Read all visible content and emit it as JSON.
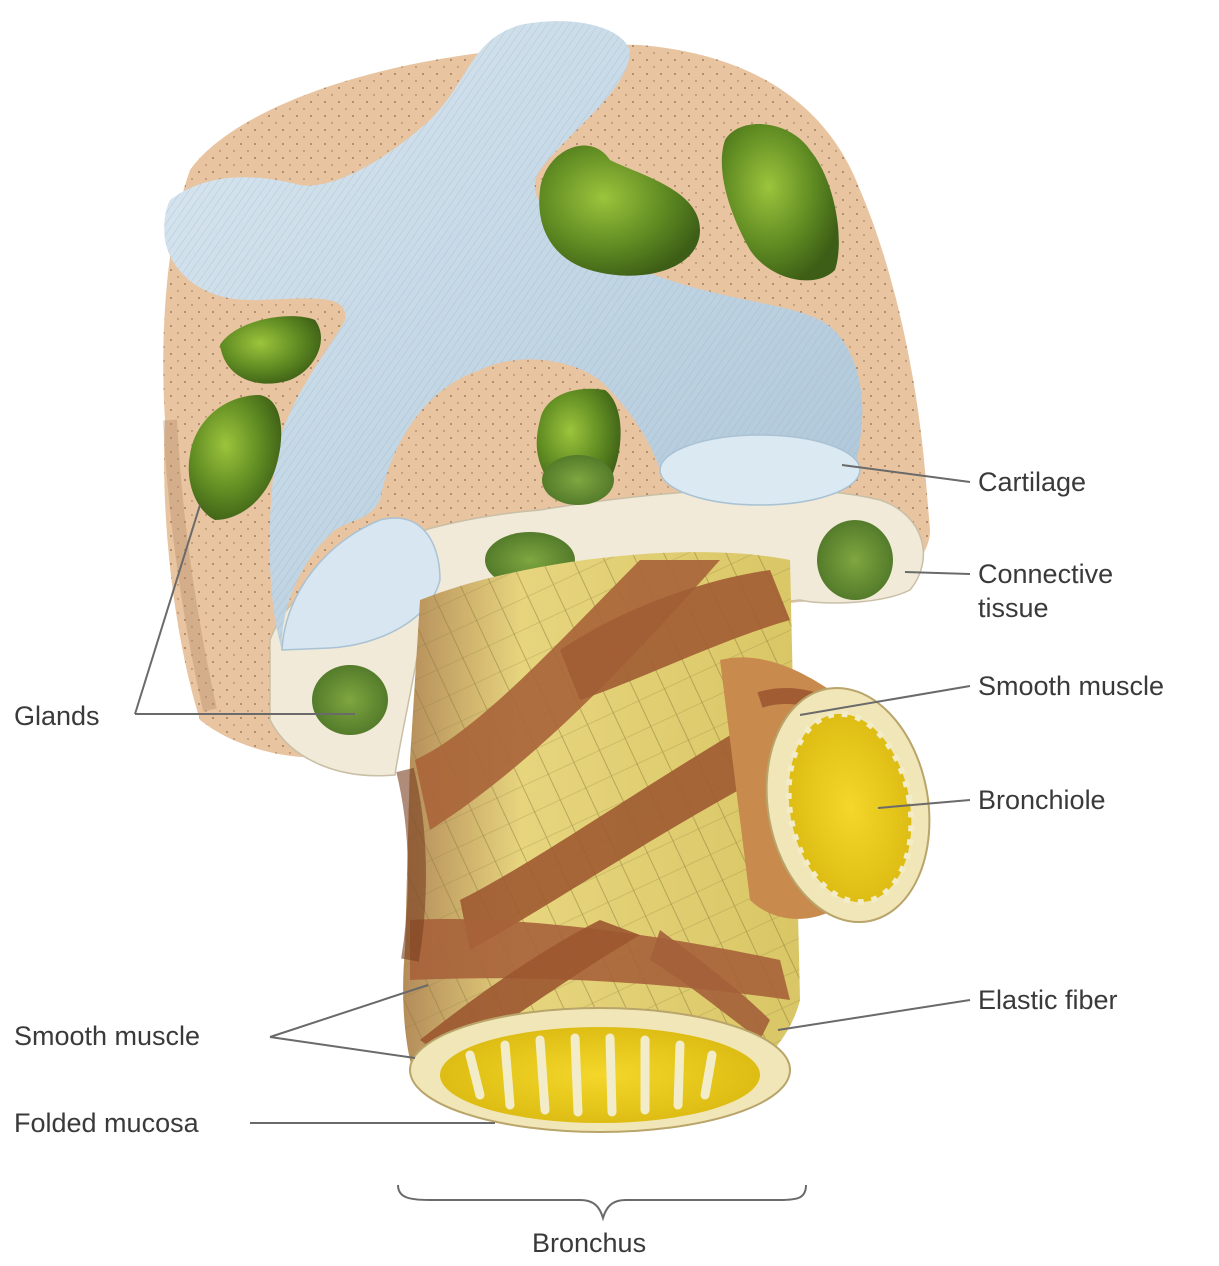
{
  "labels": {
    "cartilage": "Cartilage",
    "connective_tissue_line1": "Connective",
    "connective_tissue_line2": "tissue",
    "smooth_muscle_right": "Smooth muscle",
    "bronchiole": "Bronchiole",
    "elastic_fiber": "Elastic fiber",
    "glands": "Glands",
    "smooth_muscle_left": "Smooth muscle",
    "folded_mucosa": "Folded mucosa",
    "bronchus": "Bronchus"
  },
  "colors": {
    "cartilage": "#c9dce8",
    "connective_tissue": "#e9c9a8",
    "connective_section": "#efe8d8",
    "gland": "#6e9a2c",
    "smooth_muscle": "#a8643a",
    "elastic_layer": "#e4d77a",
    "mucosa": "#f0cf1e",
    "leader_line": "#6a6a6a"
  }
}
